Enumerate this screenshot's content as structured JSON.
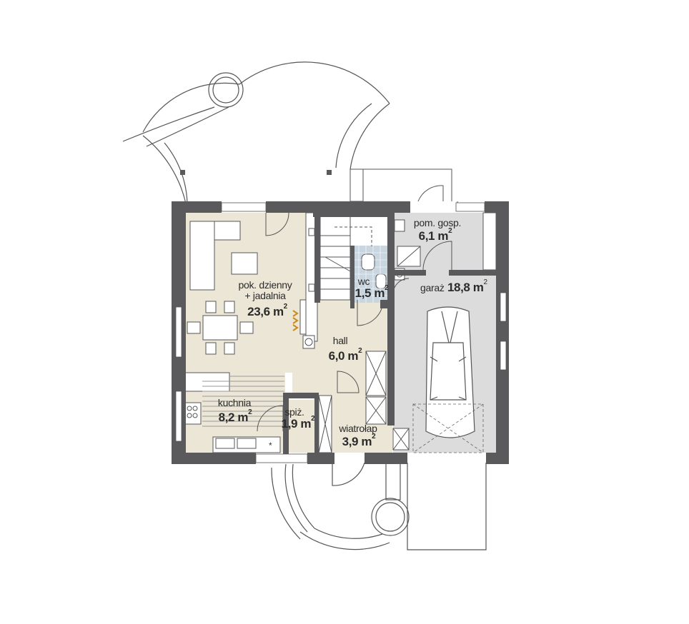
{
  "rooms": {
    "living": {
      "name_line1": "pok. dzienny",
      "name_line2": "+ jadalnia",
      "area": "23,6 m",
      "unit_exp": "2"
    },
    "kitchen": {
      "name": "kuchnia",
      "area": "8,2 m",
      "unit_exp": "2"
    },
    "pantry": {
      "name": "spiż.",
      "area": "1,9 m",
      "unit_exp": "2"
    },
    "hall": {
      "name": "hall",
      "area": "6,0 m",
      "unit_exp": "2"
    },
    "wc": {
      "name": "wc",
      "area": "1,5 m",
      "unit_exp": "2"
    },
    "vestibule": {
      "name": "wiatrołap",
      "area": "3,9 m",
      "unit_exp": "2"
    },
    "utility": {
      "name": "pom. gosp.",
      "area": "6,1 m",
      "unit_exp": "2"
    },
    "garage": {
      "name": "garaż",
      "area": "18,8 m",
      "unit_exp": "2"
    }
  },
  "colors": {
    "wall": "#5a5a5c",
    "living_floor": "#ebe6d6",
    "garage_floor": "#dcdcdc",
    "wc_floor": "#c9d6e0",
    "line": "#555555"
  }
}
